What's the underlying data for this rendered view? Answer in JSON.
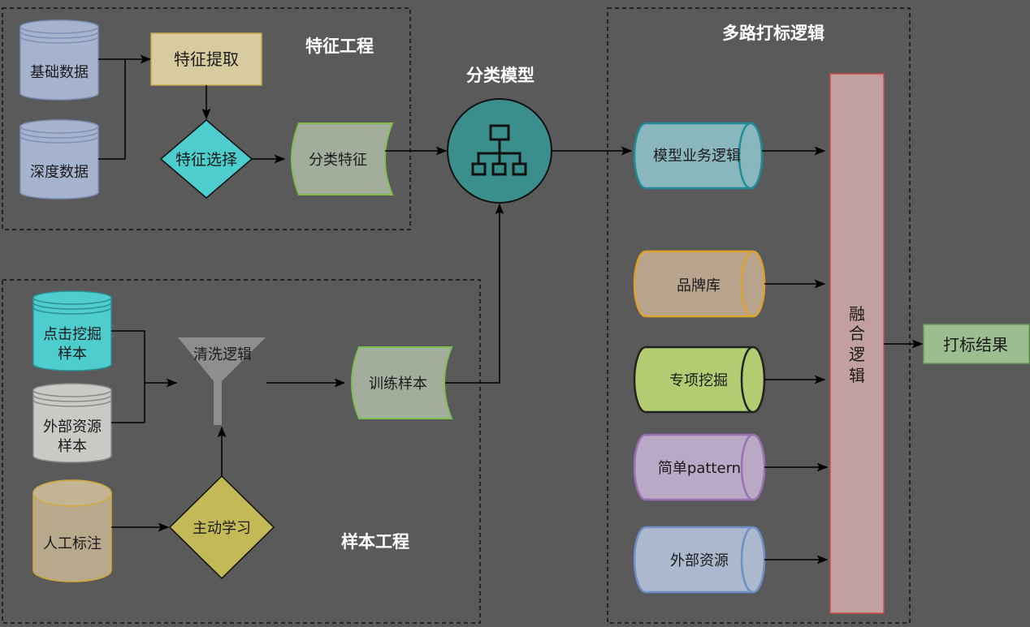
{
  "sections": {
    "feature_engineering": "特征工程",
    "classifier": "分类模型",
    "multi_tagging": "多路打标逻辑",
    "sample_engineering": "样本工程"
  },
  "feature": {
    "basic_data": "基础数据",
    "deep_data": "深度数据",
    "extraction": "特征提取",
    "selection": "特征选择",
    "class_features": "分类特征"
  },
  "samples": {
    "click_mining_l1": "点击挖掘",
    "click_mining_l2": "样本",
    "external_l1": "外部资源",
    "external_l2": "样本",
    "manual_label": "人工标注",
    "cleaning": "清洗逻辑",
    "active_learning": "主动学习",
    "training_samples": "训练样本"
  },
  "tagging": {
    "model_logic": "模型业务逻辑",
    "brand_lib": "品牌库",
    "special_mining": "专项挖掘",
    "simple_pattern": "简单pattern",
    "external": "外部资源",
    "fusion_chars": [
      "融",
      "合",
      "逻",
      "辑"
    ],
    "result": "打标结果"
  },
  "colors": {
    "background": "#5a5a5a",
    "db_blue": "#a6b3cf",
    "cyan": "#4ecdcf",
    "tan": "#d9cba0",
    "green_doc": "#a2ad9c",
    "classifier": "#3a8f8c",
    "teal_cyl": "#8ab6be",
    "brown_cyl": "#b8a48d",
    "lime_cyl": "#b2cc72",
    "purple_cyl": "#b9a8c6",
    "blue_cyl": "#abb8cd",
    "fusion": "#c2a0a0",
    "result": "#9bbd8f",
    "olive": "#c3b957",
    "gray_db": "#c9c9c6"
  }
}
